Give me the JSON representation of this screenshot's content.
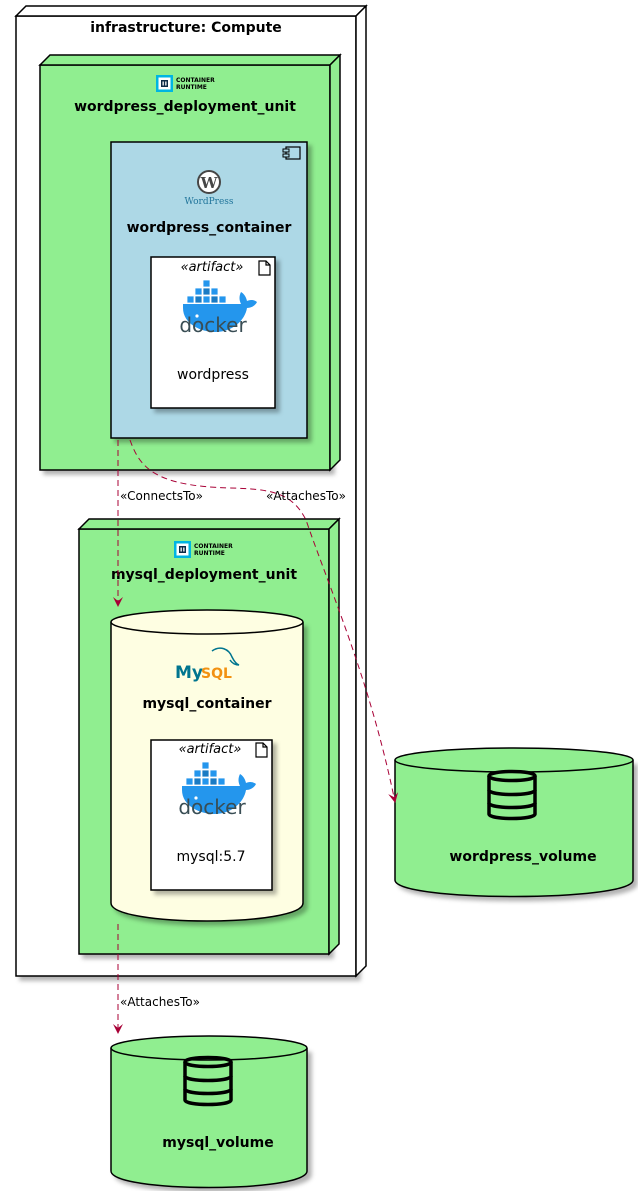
{
  "compute_node": {
    "label": "infrastructure: Compute"
  },
  "wordpress_unit": {
    "label": "wordpress_deployment_unit",
    "badge_line1": "CONTAINER",
    "badge_line2": "RUNTIME"
  },
  "wordpress_container": {
    "label": "wordpress_container",
    "logo_text": "WordPress"
  },
  "wordpress_artifact": {
    "stereotype": "«artifact»",
    "logo_text": "docker",
    "label": "wordpress"
  },
  "mysql_unit": {
    "label": "mysql_deployment_unit",
    "badge_line1": "CONTAINER",
    "badge_line2": "RUNTIME"
  },
  "mysql_container": {
    "label": "mysql_container",
    "logo_text_1": "My",
    "logo_text_2": "SQL"
  },
  "mysql_artifact": {
    "stereotype": "«artifact»",
    "logo_text": "docker",
    "label": "mysql:5.7"
  },
  "wordpress_volume": {
    "label": "wordpress_volume"
  },
  "mysql_volume": {
    "label": "mysql_volume"
  },
  "edges": {
    "connects_to": "«ConnectsTo»",
    "attaches_to_wp": "«AttachesTo»",
    "attaches_to_mysql": "«AttachesTo»"
  },
  "colors": {
    "node_green": "#90ee90",
    "container_blue": "#add8e6",
    "db_cream": "#fefee2",
    "edge": "#a80036",
    "shadow": "#c0c0c0",
    "wordpress_blue": "#21759b",
    "mysql_blue": "#00758f",
    "mysql_orange": "#f29111",
    "docker_blue": "#2496ed",
    "docker_text": "#394d54"
  }
}
